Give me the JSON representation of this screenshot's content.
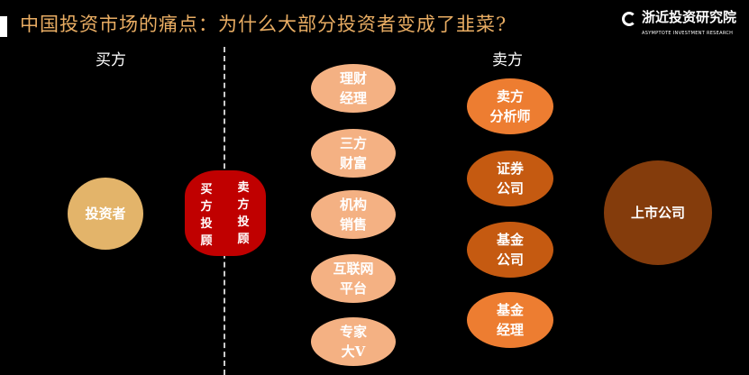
{
  "title": "中国投资市场的痛点：为什么大部分投资者变成了韭菜?",
  "logo": {
    "name": "浙近投资研究院",
    "subtitle": "ASYMPTOTE INVESTMENT RESEARCH"
  },
  "buy_side_label": "买方",
  "sell_side_label": "卖方",
  "investor": "投资者",
  "buy_advisor": [
    "买",
    "方",
    "投",
    "顾"
  ],
  "sell_advisor": [
    "卖",
    "方",
    "投",
    "顾"
  ],
  "middle": [
    [
      "理财",
      "经理"
    ],
    [
      "三方",
      "财富"
    ],
    [
      "机构",
      "销售"
    ],
    [
      "互联网",
      "平台"
    ],
    [
      "专家",
      "大V"
    ]
  ],
  "right": [
    [
      "卖方",
      "分析师"
    ],
    [
      "证券",
      "公司"
    ],
    [
      "基金",
      "公司"
    ],
    [
      "基金",
      "经理"
    ]
  ],
  "listed_company": "上市公司",
  "colors": {
    "title": "#e9ad63",
    "barrel": "#c00000",
    "pill": "#f4b183",
    "listed": "#843c0c"
  }
}
